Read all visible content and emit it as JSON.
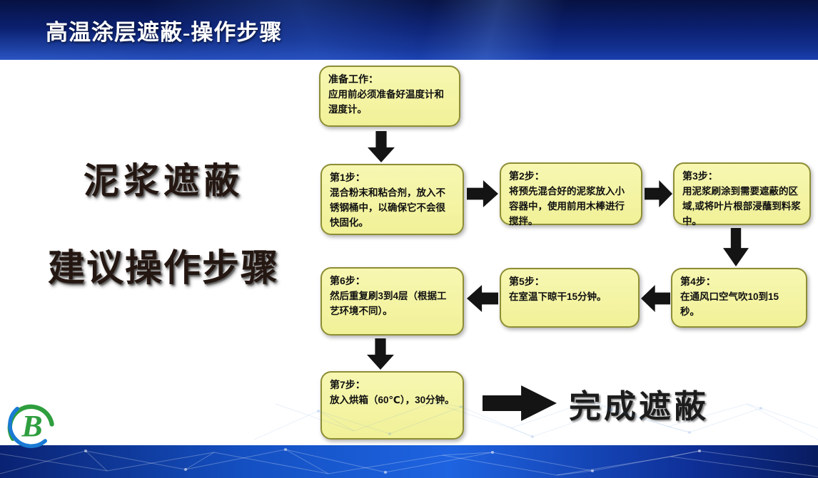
{
  "header": {
    "title": "高温涂层遮蔽-操作步骤"
  },
  "side_title": {
    "line1": "泥浆遮蔽",
    "line2": "建议操作步骤"
  },
  "flow": {
    "prep": {
      "title": "准备工作：",
      "body": "应用前必须准备好温度计和湿度计。"
    },
    "step1": {
      "title": "第1步：",
      "body": "混合粉末和粘合剂，放入不锈钢桶中，以确保它不会很快固化。"
    },
    "step2": {
      "title": "第2步：",
      "body": "将预先混合好的泥浆放入小容器中，使用前用木棒进行搅拌。"
    },
    "step3": {
      "title": "第3步：",
      "body": "用泥浆刷涂到需要遮蔽的区域,或将叶片根部浸蘸到料浆中。"
    },
    "step4": {
      "title": "第4步：",
      "body": "在通风口空气吹10到15秒。"
    },
    "step5": {
      "title": "第5步：",
      "body": "在室温下晾干15分钟。"
    },
    "step6": {
      "title": "第6步：",
      "body": "然后重复刷3到4层（根据工艺环境不同）。"
    },
    "step7": {
      "title": "第7步：",
      "body": "放入烘箱（60℃），30分钟。"
    },
    "result": "完成遮蔽"
  },
  "logo": {
    "letter": "B"
  },
  "colors": {
    "header_navy": "#0b1f6e",
    "box_fill": "#f3f3a2",
    "box_border": "#8d8d35",
    "arrow_black": "#141414",
    "footer_blue": "#1450c2"
  }
}
